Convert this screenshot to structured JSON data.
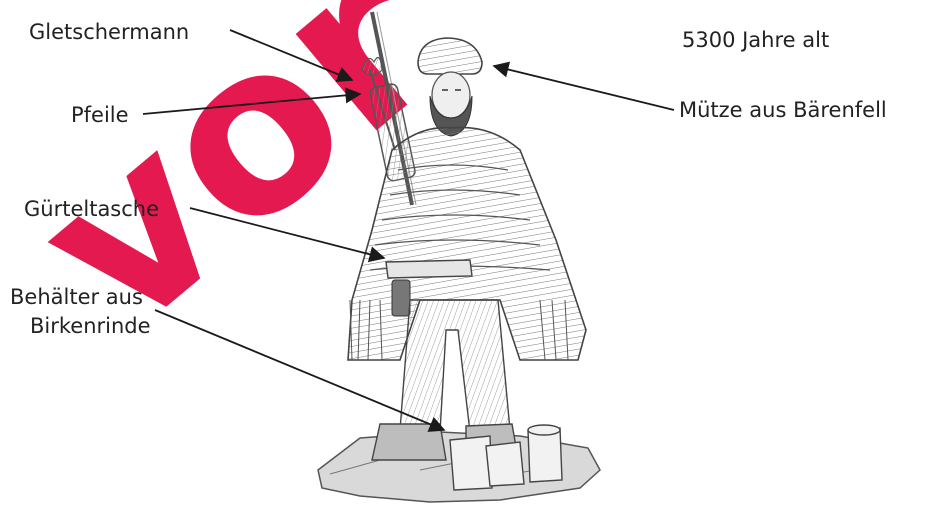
{
  "watermark": {
    "text": "vor",
    "color": "#e0003c"
  },
  "labels": {
    "gletschermann": "Gletschermann",
    "pfeile": "Pfeile",
    "guerteltasche": "Gürteltasche",
    "behaelter_line1": "Behälter aus",
    "behaelter_line2": "Birkenrinde",
    "alter": "5300 Jahre alt",
    "muetze": "Mütze aus Bärenfell"
  },
  "colors": {
    "ink": "#222222",
    "arrow": "#1a1a1a",
    "sketch": "#6b6b6b"
  }
}
